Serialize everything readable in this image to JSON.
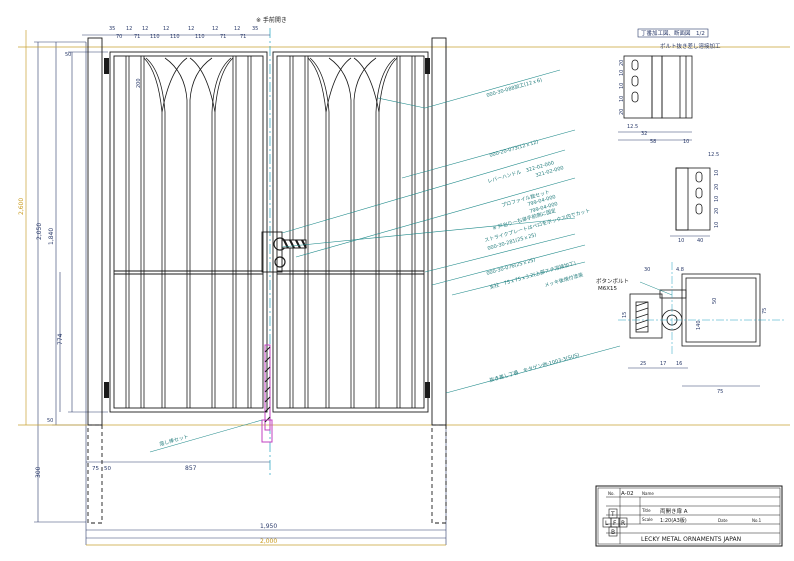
{
  "colors": {
    "ink": "#1a1a1a",
    "dimension": "#2a3a6a",
    "leader": "#1f8a8a",
    "ground_line": "#c9a233",
    "center_line": "#20a0c0",
    "hatch_marker": "#c040c0"
  },
  "gate": {
    "opening_note": "※ 手前開き",
    "top_spacings": [
      "35",
      "70",
      "12",
      "71",
      "12",
      "110",
      "12",
      "110",
      "12",
      "110",
      "12",
      "71",
      "12",
      "71",
      "35"
    ],
    "arch_drop": "200",
    "height_2600": "2,600",
    "height_2050": "2,050",
    "height_1840": "1,840",
    "height_774": "774",
    "top_gap": "50",
    "bottom_gap": "50",
    "post_below": "300",
    "bottom_left_75": "75",
    "bottom_left_50": "50",
    "leaf_width": "857",
    "overall_1950": "1,950",
    "overall_2000": "2,000"
  },
  "callouts": [
    "000-30-088加工(12ｘ6)",
    "000-20-073(12ｘ12)",
    "レバーハンドル　322-02-000",
    "321-02-000",
    "プロファイル錠セット",
    "799-04-000",
    "799-04-000",
    "※ 戸当り一右扉手前側に固定",
    "ストライクプレートはベロをボックス内でカット",
    "000-30-281(25ｘ25)",
    "000-30-076(25ｘ25)",
    "支柱　75ｘ75ｘ3.2(上部スチ溶接加工)",
    "メッキ後焼付塗装",
    "抜き差し丁番　キタゲン他-1003-3(SUS)",
    "落し棒セット"
  ],
  "detail": {
    "title": "丁番加工図、断面図　1/2",
    "note": "ボルト抜き差し溶接加工",
    "dims_top_left": [
      "20",
      "10",
      "10",
      "10",
      "20"
    ],
    "dim_12_5_a": "12.5",
    "dim_32": "32",
    "dim_58": "58",
    "dim_10_a": "10",
    "dim_12_5_b": "12.5",
    "dims_mid_right": [
      "10",
      "20",
      "10",
      "20",
      "10"
    ],
    "dim_40": "40",
    "dim_10_b": "10",
    "bolt_label": "ボタンボルト",
    "bolt_size": "M6X15",
    "dim_30": "30",
    "dim_4_8": "4.8",
    "dim_25": "25",
    "dim_17": "17",
    "dim_16": "16",
    "dim_75": "75",
    "dim_50": "50",
    "dim_140": "140",
    "dim_75_r": "75",
    "dim_15": "15"
  },
  "titleblock": {
    "drawing_no_label": "No.",
    "drawing_no": "A-02",
    "name_label": "Name",
    "title_label": "Title",
    "title": "両開き扉 A",
    "scale_label": "Scale",
    "scale": "1:20(A3版)",
    "date_label": "Date",
    "sheet": "No.1",
    "letters": [
      "T",
      "L",
      "F",
      "R",
      "B"
    ],
    "company": "LECKY METAL ORNAMENTS JAPAN"
  }
}
